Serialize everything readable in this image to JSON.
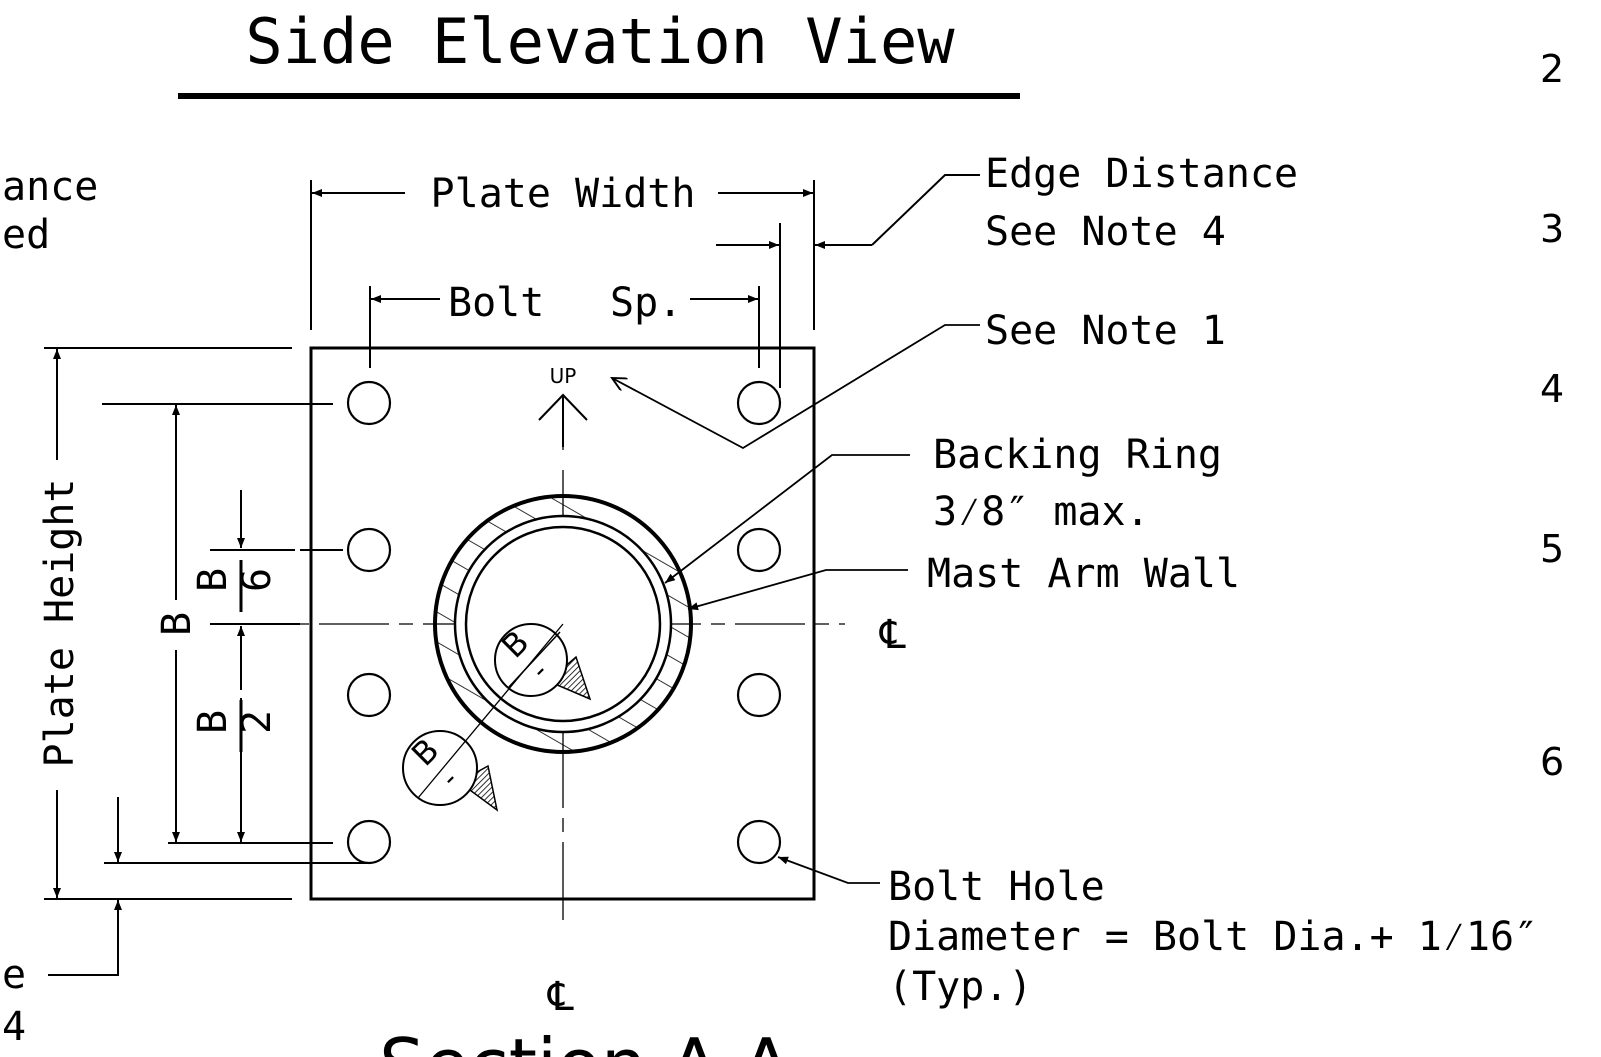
{
  "title": "Side Elevation View",
  "section_label": "Section A-A",
  "centerline_symbol": "℄",
  "left_labels": {
    "top_line1": "ance",
    "top_line2": "ed",
    "bottom_line1": "e",
    "bottom_line2": "4"
  },
  "right_numbers": [
    "2",
    "3",
    "4",
    "5",
    "6"
  ],
  "dimensions": {
    "plate_width": "Plate Width",
    "bolt_spacing_1": "Bolt",
    "bolt_spacing_2": "Sp.",
    "plate_height": "Plate Height",
    "b": "B",
    "b_over_6_num": "B",
    "b_over_6_den": "6",
    "b_over_2_num": "B",
    "b_over_2_den": "2",
    "detail_b": "B",
    "detail_dash": "-"
  },
  "callouts": {
    "edge_distance_1": "Edge Distance",
    "edge_distance_2": "See Note 4",
    "see_note_1": "See Note 1",
    "backing_ring_1": "Backing Ring",
    "backing_ring_frac": "3⁄8″ max.",
    "mast_arm_wall": "Mast Arm Wall",
    "bolt_hole_1": "Bolt Hole",
    "bolt_hole_2": "Diameter = Bolt Dia.+ 1⁄16″",
    "bolt_hole_3": "(Typ.)",
    "up": "UP"
  }
}
